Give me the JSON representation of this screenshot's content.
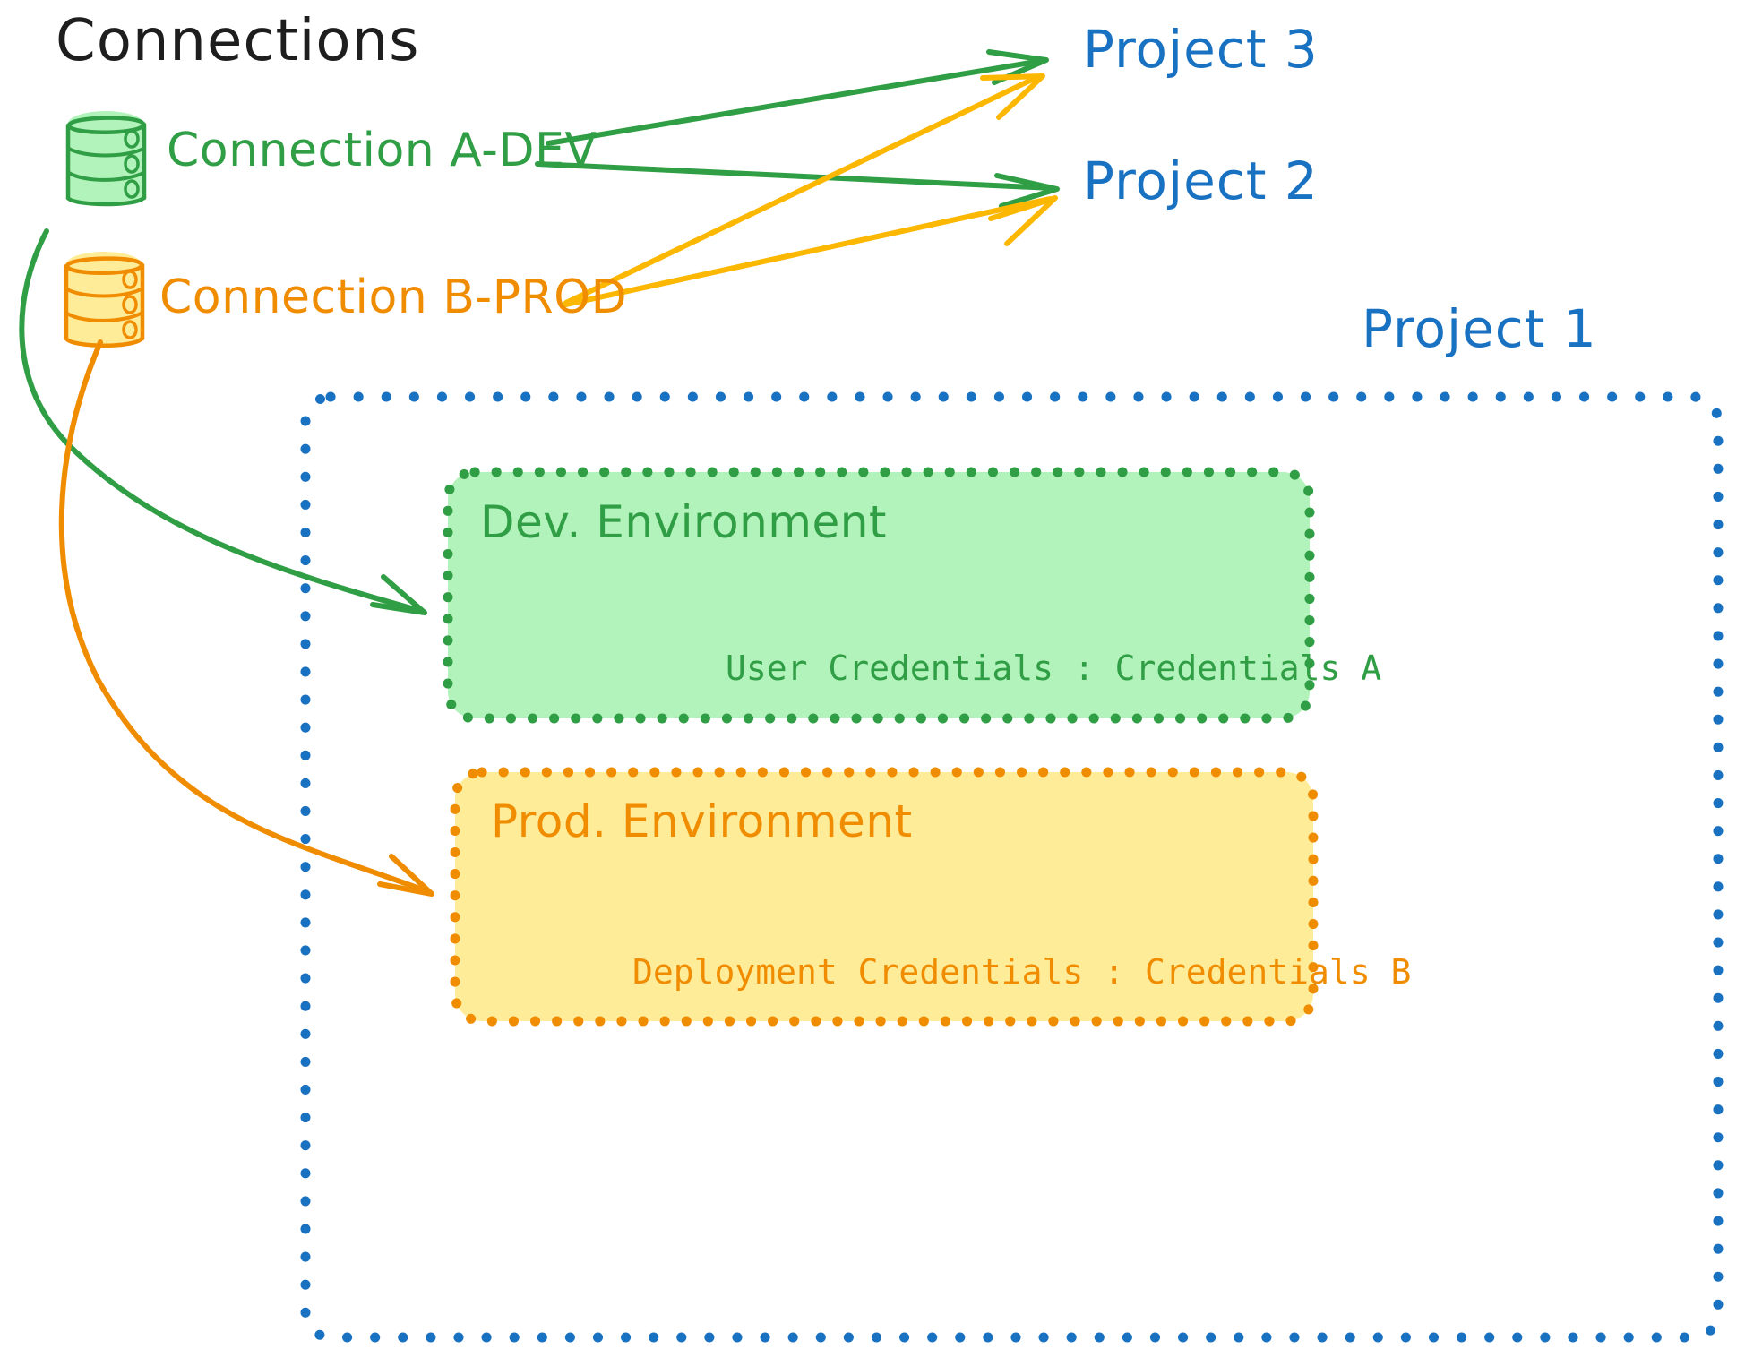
{
  "diagram": {
    "title": "Connections",
    "connections": [
      {
        "id": "conn-a-dev",
        "label": "Connection A-DEV",
        "color": "#2f9e44",
        "icon": "database-cylinder-icon",
        "targets": [
          "Project 3",
          "Project 2",
          "Dev. Environment"
        ]
      },
      {
        "id": "conn-b-prod",
        "label": "Connection B-PROD",
        "color": "#f08c00",
        "icon": "database-cylinder-icon",
        "targets": [
          "Project 3",
          "Project 2",
          "Prod. Environment"
        ]
      }
    ],
    "projects": [
      {
        "id": "project-3",
        "label": "Project 3",
        "color": "#1971c2"
      },
      {
        "id": "project-2",
        "label": "Project 2",
        "color": "#1971c2"
      },
      {
        "id": "project-1",
        "label": "Project 1",
        "color": "#1971c2"
      }
    ],
    "project_1_container": {
      "label": "Project 1",
      "border_color": "#1971c2",
      "border_style": "dotted",
      "environments": [
        {
          "id": "dev-environment",
          "title": "Dev. Environment",
          "credentials_label": "User Credentials",
          "credentials_separator": ":",
          "credentials_value": "Credentials A",
          "credentials_line": "User Credentials : Credentials A",
          "fill_color": "#b2f2bb",
          "border_color": "#2f9e44"
        },
        {
          "id": "prod-environment",
          "title": "Prod. Environment",
          "credentials_label": "Deployment Credentials",
          "credentials_separator": ":",
          "credentials_value": "Credentials B",
          "credentials_line": "Deployment Credentials : Credentials B",
          "fill_color": "#ffec99",
          "border_color": "#f08c00"
        }
      ]
    },
    "colors": {
      "green": "#2f9e44",
      "green_fill": "#b2f2bb",
      "orange": "#f08c00",
      "orange_fill": "#ffec99",
      "amber_arrow": "#fcb700",
      "blue": "#1971c2",
      "text_dark": "#1e1e1e",
      "background": "#ffffff"
    }
  }
}
